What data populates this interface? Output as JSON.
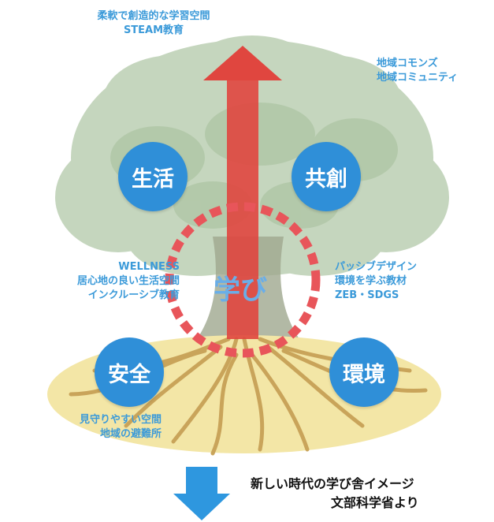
{
  "top_label": [
    "柔軟で創造的な学習空間",
    "STEAM教育"
  ],
  "top_right_label": [
    "地域コモンズ",
    "地域コミュニティ"
  ],
  "left_label": [
    "WELLNESS",
    "居心地の良い生活空間",
    "インクルーシブ教育"
  ],
  "right_label": [
    "パッシブデザイン",
    "環境を学ぶ教材",
    "ZEB・SDGS"
  ],
  "bottom_left_label": [
    "見守りやすい空間",
    "地域の避難所"
  ],
  "circles": {
    "top_left": "生活",
    "top_right": "共創",
    "bottom_left": "安全",
    "bottom_right": "環境"
  },
  "center": "学び",
  "footer": [
    "新しい時代の学び舎イメージ",
    "文部科学省より"
  ],
  "colors": {
    "circle_blue": "#2f8fd8",
    "label_blue": "#3b9ad9",
    "arrow_red": "#e0463f",
    "ring_red": "#e8555a",
    "down_arrow_blue": "#2e97df",
    "foliage": "#b9cdb0",
    "roots": "#c9a45a",
    "ground": "#f2e39c"
  }
}
